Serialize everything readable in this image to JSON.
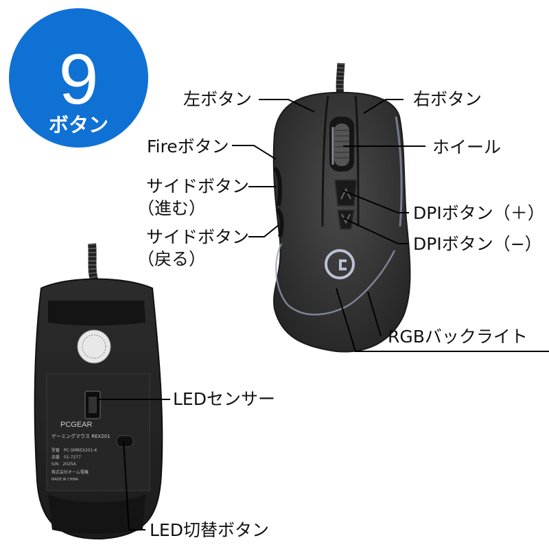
{
  "badge": {
    "number": "9",
    "word": "ボタン",
    "color": "#1071d4"
  },
  "labels": {
    "left_button": "左ボタン",
    "right_button": "右ボタン",
    "fire_button": "Fireボタン",
    "wheel": "ホイール",
    "side_forward_1": "サイドボタン",
    "side_forward_2": "（進む）",
    "dpi_plus": "DPIボタン（＋）",
    "side_back_1": "サイドボタン",
    "side_back_2": "（戻る）",
    "dpi_minus": "DPIボタン（−）",
    "rgb_backlight": "RGBバックライト",
    "led_sensor": "LEDセンサー",
    "led_switch": "LED切替ボタン"
  },
  "bottom_label": {
    "brand": "PCGEAR",
    "product": "ゲーミングマウス REX201",
    "line1": "型番　PC-SMREX201-K",
    "line2": "品番　01-7277",
    "line3": "S/N　2025A",
    "line4": "株式会社オーム電機",
    "line5": "MADE IN CHINA"
  },
  "icons": [
    "mouse-top-view",
    "mouse-bottom-view",
    "logo-g-icon"
  ]
}
